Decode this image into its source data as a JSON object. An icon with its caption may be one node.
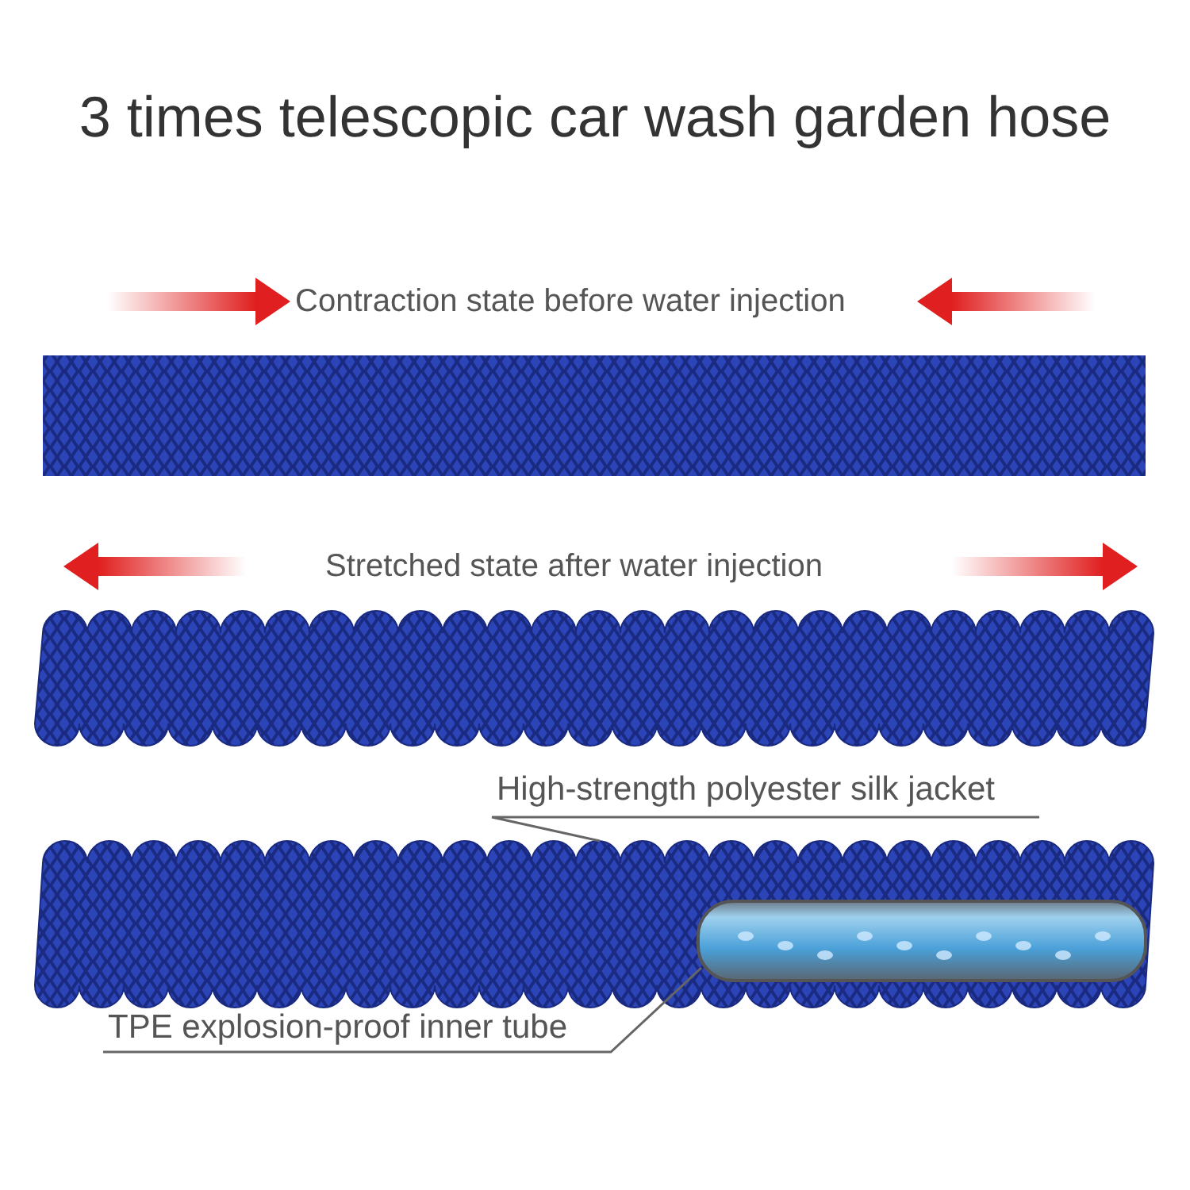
{
  "diagram": {
    "title": "3 times telescopic car wash garden hose",
    "nodes": [
      {
        "text": [
          "High-strength polyester silk jacket"
        ]
      },
      {
        "text": [],
        "shape": "picture"
      },
      {
        "text": [
          "TPE explosion-proof inner tube"
        ]
      },
      {
        "text": [],
        "shape": "picture",
        "in": 1
      }
    ],
    "edges": [
      {
        "from": 0,
        "to": 1,
        "arrow": "none"
      },
      {
        "from": 2,
        "to": 3,
        "arrow": "none"
      }
    ],
    "labels": [
      "Contraction state before water injection",
      "Stretched state after water injection"
    ]
  }
}
